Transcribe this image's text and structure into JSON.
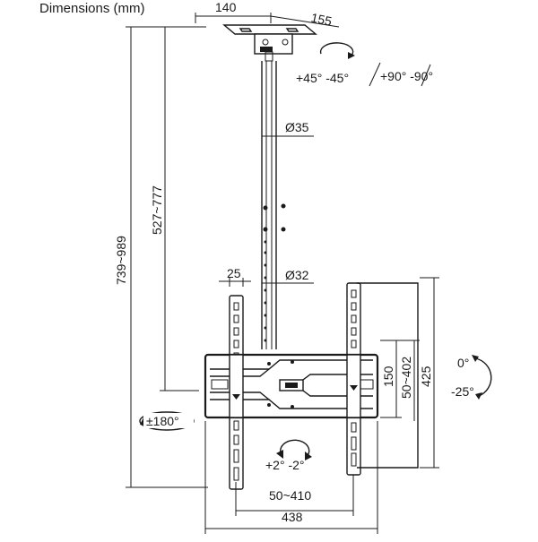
{
  "title": "Dimensions (mm)",
  "dimensions": {
    "plate_width": "140",
    "plate_depth": "155",
    "pole_upper_diameter": "Ø35",
    "pole_lower_diameter": "Ø32",
    "pole_length": "527~777",
    "total_height": "739~989",
    "upright_width": "25",
    "bracket_height": "150",
    "vesa_vertical": "50~402",
    "overall_height": "425",
    "vesa_horizontal": "50~410",
    "overall_width": "438"
  },
  "rotations": {
    "swivel_plate": "+45° -45°",
    "swivel_pole": "+90° -90°",
    "pan": "±180°",
    "tilt_up": "0°",
    "tilt_down": "-25°",
    "level": "+2° -2°"
  },
  "colors": {
    "line": "#1a1a1a",
    "background": "#ffffff"
  }
}
